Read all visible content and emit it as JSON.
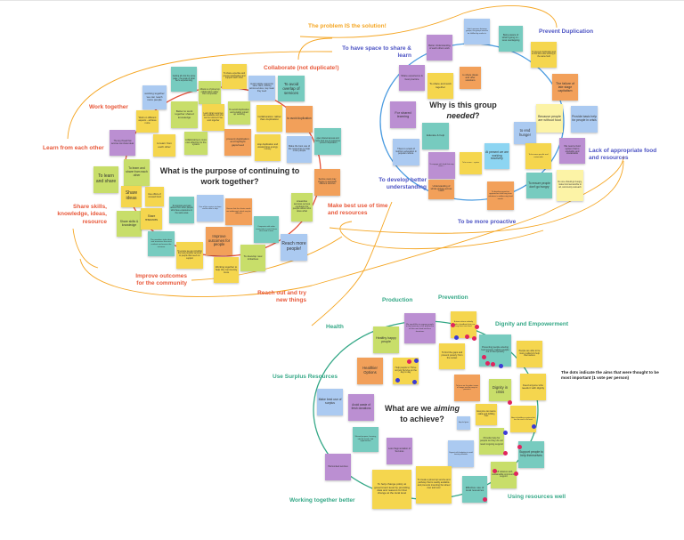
{
  "palette": {
    "yellow": "#f5d64e",
    "green": "#c8de6a",
    "orange": "#f2a05a",
    "teal": "#77cbbf",
    "blue": "#abcaf1",
    "purple": "#bb8fd2",
    "lightyellow": "#fcf3a6",
    "cyan": "#8dd5f2",
    "cluster1_line": "#e4513a",
    "cluster2_line": "#4a9be0",
    "cluster3_line": "#35a887",
    "connector": "#f5a623",
    "vote_red": "#e0245e",
    "vote_blue": "#3b3bd6"
  },
  "connectors": {
    "title": "The problem IS the solution!"
  },
  "cluster1": {
    "question": "What is the purpose of continuing to work together?",
    "labels": [
      "Collaborate (not duplicate!)",
      "Work together",
      "Learn from each other",
      "Share skills, knowledge, ideas, resource",
      "Make best use of time and resources",
      "Improve outcomes for the community",
      "Reach out and try new things"
    ],
    "notes": [
      "Getting all onto the same page - the scale of what we're experiencing",
      "To share expertise and prevent duplication and support each other",
      "Allows us of joined up collaboration rather than competition",
      "Avoid multiple support for same client, working across services, may mean they need",
      "To avoid overlap of services",
      "working together we can reach more people",
      "Better to work together shared knowledge",
      "Learn what resources are available and who can be referred if we work together",
      "To avoid duplication and enable joined up working",
      "Collaboration rather than duplication",
      "to avoid duplication",
      "Work on different aspects - achieve more",
      "to learn from each other",
      "collaborating is more cost effective for the system",
      "prevent duplication and highlight gaps/need",
      "stop duplication and wasted time energy money",
      "Make the best use of the resources to help more people",
      "open shared access and more best use of resources - prevent duplication",
      "The key thread that services can share ideas",
      "To learn and share",
      "To learn and share from each other",
      "Use offers of unused food",
      "Share ideas",
      "Share skills & knowledge",
      "Share resources",
      "Service users may choose to approach different services",
      "streamline services so less confusion for people about who does what",
      "To signpost and gain advice from other people who have experience in the same area",
      "Use of the service to share and be able to help",
      "Ensure that the clients needs are addressed, which may be different",
      "Improve outcomes for people",
      "Cooperate with wider community to reach those who need it most",
      "Reach more people!",
      "The members take ideas and resources the most resilient and ensure the outcome",
      "To ensure we are providing the best possible services to people that need our support",
      "Working together to help the community more",
      "To develop new initiatives"
    ]
  },
  "cluster2": {
    "question_line1": "Why is this group",
    "question_em": "needed",
    "question_end": "?",
    "labels": [
      "To have space to share & learn",
      "Prevent Duplication",
      "Lack of appropriate food and resources",
      "To develop better understanding",
      "To be more proactive"
    ],
    "notes": [
      "I don't measure between groups, the groups need to be fulfilled by another's",
      "Being aware of what's going on - Less overlapping",
      "Better Understanding of each others work",
      "To prevent duplication and to find who else working in the same field",
      "Share experience & best practice",
      "To share and work together",
      "to share ideas and offer solutions",
      "The failure of late stage capitalism",
      "For shared learning",
      "Because people are without food",
      "Provide basic help for people in crisis",
      "Educate & help",
      "to end hunger",
      "There is a lack of nutrition education in popular culture.",
      "We need a food system that is equitable and sustainable",
      "To engage with food that may seem ...",
      "To be a more ... system",
      "At present we are working reactively.",
      "To be more specific and sustainable",
      "Understanding of whole picture across H&W",
      "To develop proactive approaches and long term solutions to addressing food needs.",
      "To ensure people don't go hungry",
      "No one should go hungry, make food accessible to all, community outreach"
    ]
  },
  "cluster3": {
    "question_line1": "What are we",
    "question_em": "aiming",
    "question_line2": "to achieve?",
    "labels": [
      "Health",
      "Production",
      "Prevention",
      "Dignity and Empowerment",
      "Use Surplus Resources",
      "Working together better",
      "Using resources well"
    ],
    "legend": "The dots indicate the aims that were thought to be most important (1 vote per person)",
    "notes": [
      "Healthy happy people",
      "We would like to engage people in food poverty in the production of their own food and less donations",
      "A town where nobody needs a foodbank but can buy their own food",
      "To find the gaps and prevent poverty from the outset",
      "Preventing people entering food poverty, helping people out of food poverty",
      "People are able to be more resilient & help themselves",
      "Healthier Options",
      "Help people to Thrive not just Survive on the day to day",
      "To focus on the wider issues of hunger and the ways to prevent it",
      "Dignity in crisis",
      "Feed anyone who needs it with dignity",
      "Make best use of surplus",
      "Avoid waste of fresh donations",
      "Everyone can lead a stable and fulfilling lives",
      "Aims to building a system that has the user at its heart",
      "Hope for figures",
      "Shared purpose, learning, identify trends, find opportunities",
      "Provide help for people so they do not need ongoing support",
      "Less fragmentation of Services",
      "Support with budgeting to avoid housing situations",
      "Support people to help themselves",
      "Harmonised services",
      "To help change policy at government level by providing data and reasons for that change at the local level",
      "To create a joined up service and pathway that is readily available and prevents inventing the wheel over and over",
      "Self reliance with sustainable community support",
      "Effective use of local resources"
    ]
  }
}
